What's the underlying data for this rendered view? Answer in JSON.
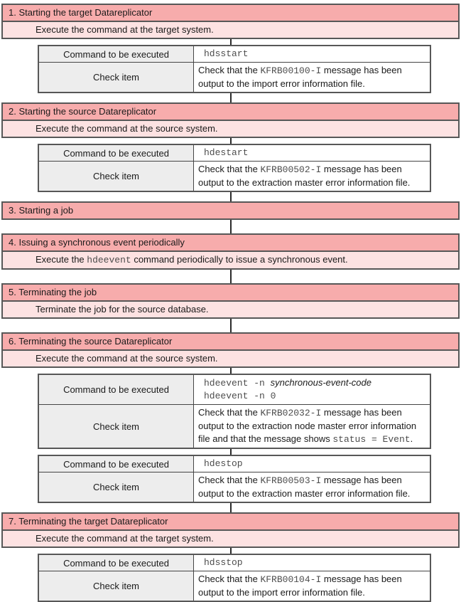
{
  "palette": {
    "header_pink": "#f7acac",
    "sub_pink": "#fde2e2",
    "box_border": "#575757",
    "table_border": "#575757",
    "label_bg": "#ededed",
    "code_color": "#4d4d4d",
    "connector": "#2b2b2b"
  },
  "labels": {
    "command_label": "Command to be executed",
    "check_label": "Check item"
  },
  "sections": [
    {
      "title": "1. Starting the target Datareplicator",
      "subtitle_segments": [
        {
          "t": "Execute the command at the target system.",
          "s": "text"
        }
      ],
      "tables": [
        {
          "command_lines": [
            [
              {
                "t": "hdsstart",
                "s": "code"
              }
            ]
          ],
          "check_segments": [
            {
              "t": "Check that the ",
              "s": "text"
            },
            {
              "t": "KFRB00100-I",
              "s": "code"
            },
            {
              "t": " message has been output to the import error information file.",
              "s": "text"
            }
          ]
        }
      ]
    },
    {
      "title": "2. Starting the source Datareplicator",
      "subtitle_segments": [
        {
          "t": "Execute the command at the source system.",
          "s": "text"
        }
      ],
      "tables": [
        {
          "command_lines": [
            [
              {
                "t": "hdestart",
                "s": "code"
              }
            ]
          ],
          "check_segments": [
            {
              "t": "Check that the ",
              "s": "text"
            },
            {
              "t": "KFRB00502-I",
              "s": "code"
            },
            {
              "t": " message has been output to the extraction master error information file.",
              "s": "text"
            }
          ]
        }
      ]
    },
    {
      "title": "3. Starting a job"
    },
    {
      "title": "4. Issuing a synchronous event periodically",
      "subtitle_segments": [
        {
          "t": "Execute the ",
          "s": "text"
        },
        {
          "t": "hdeevent",
          "s": "code"
        },
        {
          "t": " command periodically to issue a synchronous event.",
          "s": "text"
        }
      ]
    },
    {
      "title": "5. Terminating the job",
      "subtitle_segments": [
        {
          "t": "Terminate the job for the source database.",
          "s": "text"
        }
      ]
    },
    {
      "title": "6. Terminating the source Datareplicator",
      "subtitle_segments": [
        {
          "t": "Execute the command at the source system.",
          "s": "text"
        }
      ],
      "tables": [
        {
          "command_lines": [
            [
              {
                "t": "hdeevent -n ",
                "s": "code"
              },
              {
                "t": "synchronous-event-code",
                "s": "var"
              }
            ],
            [
              {
                "t": "hdeevent -n 0",
                "s": "code"
              }
            ]
          ],
          "check_segments": [
            {
              "t": "Check that the ",
              "s": "text"
            },
            {
              "t": "KFRB02032-I",
              "s": "code"
            },
            {
              "t": " message has been output to the extraction node master error information file and that the message shows ",
              "s": "text"
            },
            {
              "t": "status = Event",
              "s": "code"
            },
            {
              "t": ".",
              "s": "text"
            }
          ]
        },
        {
          "command_lines": [
            [
              {
                "t": "hdestop",
                "s": "code"
              }
            ]
          ],
          "check_segments": [
            {
              "t": "Check that the ",
              "s": "text"
            },
            {
              "t": "KFRB00503-I",
              "s": "code"
            },
            {
              "t": " message has been output to the extraction master error information file.",
              "s": "text"
            }
          ]
        }
      ]
    },
    {
      "title": "7. Terminating the target Datareplicator",
      "subtitle_segments": [
        {
          "t": "Execute the command at the target system.",
          "s": "text"
        }
      ],
      "tables": [
        {
          "command_lines": [
            [
              {
                "t": "hdsstop",
                "s": "code"
              }
            ]
          ],
          "check_segments": [
            {
              "t": "Check that the ",
              "s": "text"
            },
            {
              "t": "KFRB00104-I",
              "s": "code"
            },
            {
              "t": " message has been output to the import error information file.",
              "s": "text"
            }
          ]
        }
      ]
    }
  ]
}
